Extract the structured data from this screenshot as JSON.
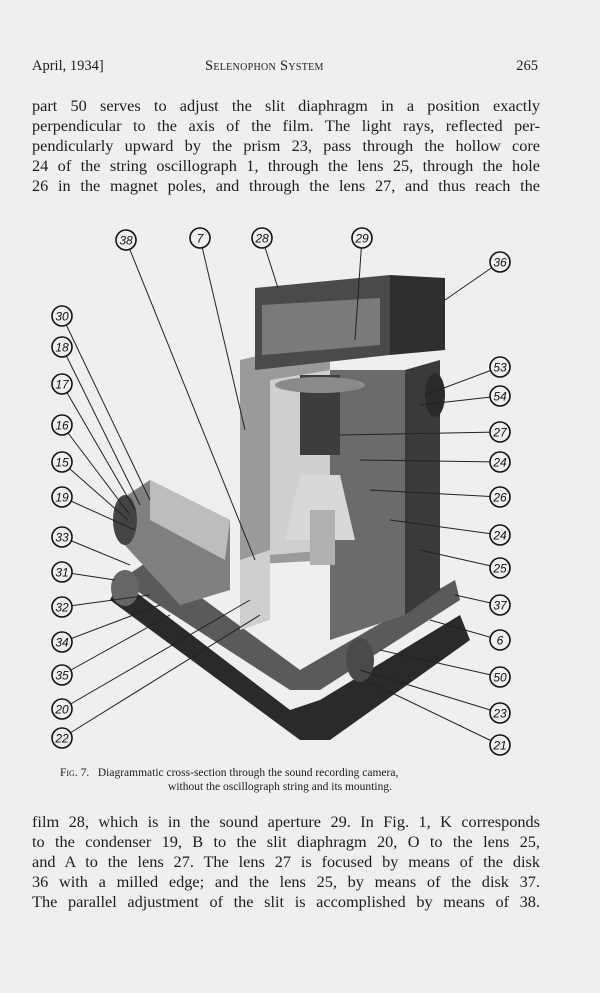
{
  "header": {
    "left": "April, 1934]",
    "center": "Selenophon System",
    "page_number": "265"
  },
  "paragraph_top": [
    "part 50 serves to adjust the slit diaphragm in a position exactly",
    "perpendicular to the axis of the film.  The light rays, reflected per-",
    "pendicularly upward by the prism 23, pass through the hollow core",
    "24 of the string oscillograph 1, through the lens 25, through the hole",
    "26 in the magnet poles, and through the lens 27, and thus reach the"
  ],
  "figure": {
    "callouts_top": [
      "38",
      "7",
      "28",
      "29"
    ],
    "callouts_right": [
      "36",
      "53",
      "54",
      "27",
      "24",
      "26",
      "24",
      "25",
      "37",
      "6",
      "50",
      "23",
      "21"
    ],
    "callouts_left": [
      "30",
      "18",
      "17",
      "16",
      "15",
      "19",
      "33",
      "31",
      "32",
      "34",
      "35",
      "20",
      "22"
    ],
    "caption_label": "Fig. 7.",
    "caption_line1": "Diagrammatic cross-section through the sound recording camera,",
    "caption_line2": "without the oscillograph string and its mounting."
  },
  "paragraph_bottom": [
    "film 28, which is in the sound aperture 29.  In Fig. 1, K corresponds",
    "to the condenser 19, B to the slit diaphragm 20, O to the lens 25,",
    "and A to the lens 27.  The lens 27 is focused by means of the disk",
    "36 with a milled edge;  and the lens 25, by means of the disk 37.",
    "The parallel adjustment of the slit is accomplished by means of 38."
  ]
}
